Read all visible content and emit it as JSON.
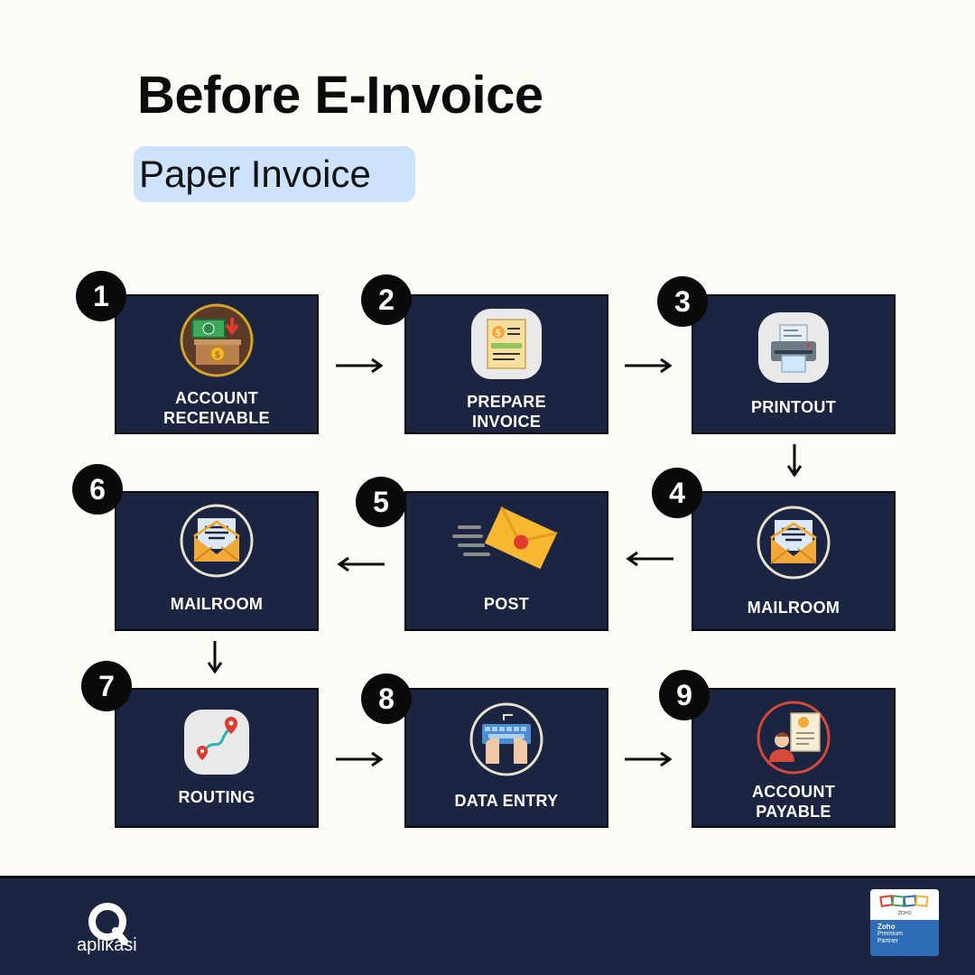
{
  "header": {
    "title": "Before E-Invoice",
    "subtitle": "Paper Invoice"
  },
  "steps": [
    {
      "number": "1",
      "label_line1": "ACCOUNT",
      "label_line2": "RECEIVABLE",
      "icon": "cash-register-icon"
    },
    {
      "number": "2",
      "label_line1": "PREPARE",
      "label_line2": "INVOICE",
      "icon": "invoice-document-icon"
    },
    {
      "number": "3",
      "label_line1": "PRINTOUT",
      "label_line2": "",
      "icon": "printer-icon"
    },
    {
      "number": "4",
      "label_line1": "MAILROOM",
      "label_line2": "",
      "icon": "envelope-icon"
    },
    {
      "number": "5",
      "label_line1": "POST",
      "label_line2": "",
      "icon": "flying-envelope-icon"
    },
    {
      "number": "6",
      "label_line1": "MAILROOM",
      "label_line2": "",
      "icon": "envelope-icon"
    },
    {
      "number": "7",
      "label_line1": "ROUTING",
      "label_line2": "",
      "icon": "route-pin-icon"
    },
    {
      "number": "8",
      "label_line1": "DATA ENTRY",
      "label_line2": "",
      "icon": "keyboard-hands-icon"
    },
    {
      "number": "9",
      "label_line1": "ACCOUNT",
      "label_line2": "PAYABLE",
      "icon": "person-document-icon"
    }
  ],
  "footer": {
    "brand": "aplikasi",
    "partner_line1": "Zoho",
    "partner_line2": "Premium",
    "partner_line3": "Partner",
    "partner_wordmark": "ZOHO"
  },
  "colors": {
    "box": "#1b2440",
    "badge": "#0a0a0a",
    "highlight": "#cce3fb",
    "background": "#fdfcf7"
  }
}
